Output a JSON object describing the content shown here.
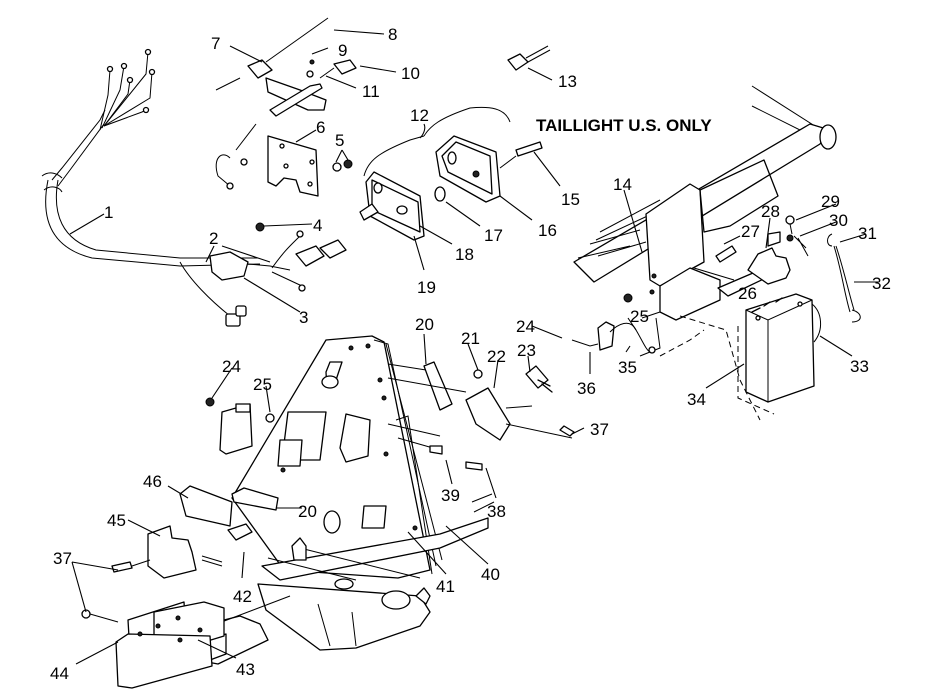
{
  "diagram": {
    "type": "exploded-parts-diagram",
    "note": "TAILLIGHT U.S. ONLY",
    "callouts": [
      {
        "id": "c1",
        "label": "1"
      },
      {
        "id": "c2",
        "label": "2"
      },
      {
        "id": "c3",
        "label": "3"
      },
      {
        "id": "c4",
        "label": "4"
      },
      {
        "id": "c5",
        "label": "5"
      },
      {
        "id": "c6",
        "label": "6"
      },
      {
        "id": "c7",
        "label": "7"
      },
      {
        "id": "c8",
        "label": "8"
      },
      {
        "id": "c9",
        "label": "9"
      },
      {
        "id": "c10",
        "label": "10"
      },
      {
        "id": "c11",
        "label": "11"
      },
      {
        "id": "c12",
        "label": "12"
      },
      {
        "id": "c13",
        "label": "13"
      },
      {
        "id": "c14",
        "label": "14"
      },
      {
        "id": "c15",
        "label": "15"
      },
      {
        "id": "c16",
        "label": "16"
      },
      {
        "id": "c17",
        "label": "17"
      },
      {
        "id": "c18",
        "label": "18"
      },
      {
        "id": "c19",
        "label": "19"
      },
      {
        "id": "c20a",
        "label": "20"
      },
      {
        "id": "c20b",
        "label": "20"
      },
      {
        "id": "c21",
        "label": "21"
      },
      {
        "id": "c22",
        "label": "22"
      },
      {
        "id": "c23",
        "label": "23"
      },
      {
        "id": "c24a",
        "label": "24"
      },
      {
        "id": "c24b",
        "label": "24"
      },
      {
        "id": "c25a",
        "label": "25"
      },
      {
        "id": "c25b",
        "label": "25"
      },
      {
        "id": "c26",
        "label": "26"
      },
      {
        "id": "c27",
        "label": "27"
      },
      {
        "id": "c28",
        "label": "28"
      },
      {
        "id": "c29",
        "label": "29"
      },
      {
        "id": "c30",
        "label": "30"
      },
      {
        "id": "c31",
        "label": "31"
      },
      {
        "id": "c32",
        "label": "32"
      },
      {
        "id": "c33",
        "label": "33"
      },
      {
        "id": "c34",
        "label": "34"
      },
      {
        "id": "c35",
        "label": "35"
      },
      {
        "id": "c36",
        "label": "36"
      },
      {
        "id": "c37a",
        "label": "37"
      },
      {
        "id": "c37b",
        "label": "37"
      },
      {
        "id": "c38",
        "label": "38"
      },
      {
        "id": "c39",
        "label": "39"
      },
      {
        "id": "c40",
        "label": "40"
      },
      {
        "id": "c41",
        "label": "41"
      },
      {
        "id": "c42",
        "label": "42"
      },
      {
        "id": "c43",
        "label": "43"
      },
      {
        "id": "c44",
        "label": "44"
      },
      {
        "id": "c45",
        "label": "45"
      },
      {
        "id": "c46",
        "label": "46"
      }
    ]
  }
}
